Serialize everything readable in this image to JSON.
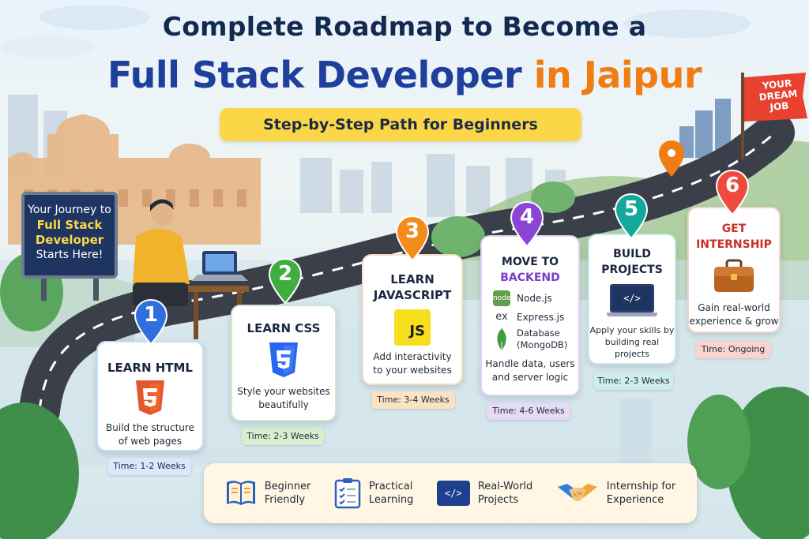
{
  "header": {
    "title_line1": "Complete Roadmap to Become a",
    "title_line2_main": "Full Stack Developer",
    "title_line2_accent": "in Jaipur",
    "subtitle": "Step-by-Step Path for Beginners"
  },
  "sign": {
    "line1": "Your Journey to",
    "highlight1": "Full Stack",
    "highlight2": "Developer",
    "line4": "Starts Here!"
  },
  "flag": {
    "line1": "YOUR",
    "line2": "DREAM",
    "line3": "JOB"
  },
  "steps": [
    {
      "number": "1",
      "title": "LEARN HTML",
      "icon": "html5-icon",
      "desc_line1": "Build the structure",
      "desc_line2": "of web pages",
      "time": "Time: 1-2 Weeks",
      "color": "#2f6fe0"
    },
    {
      "number": "2",
      "title": "LEARN CSS",
      "icon": "css3-icon",
      "desc_line1": "Style your websites",
      "desc_line2": "beautifully",
      "time": "Time: 2-3 Weeks",
      "color": "#3fae3f"
    },
    {
      "number": "3",
      "title_line1": "LEARN",
      "title_line2": "JAVASCRIPT",
      "icon": "js-icon",
      "icon_label": "JS",
      "desc_line1": "Add interactivity",
      "desc_line2": "to your websites",
      "time": "Time: 3-4 Weeks",
      "color": "#f28c1b"
    },
    {
      "number": "4",
      "title_line1": "MOVE TO",
      "title_line2": "BACKEND",
      "tech": [
        "Node.js",
        "Express.js",
        "Database",
        "(MongoDB)"
      ],
      "node_label": "node",
      "express_label": "ex",
      "desc_line1": "Handle data, users",
      "desc_line2": "and server logic",
      "time": "Time: 4-6 Weeks",
      "color": "#8a45d4"
    },
    {
      "number": "5",
      "title_line1": "BUILD",
      "title_line2": "PROJECTS",
      "icon": "code-laptop-icon",
      "icon_label": "</>",
      "desc_line1": "Apply your skills by",
      "desc_line2": "building real projects",
      "time": "Time: 2-3 Weeks",
      "color": "#14a89a"
    },
    {
      "number": "6",
      "title_line1": "GET",
      "title_line2": "INTERNSHIP",
      "icon": "briefcase-icon",
      "desc_line1": "Gain real-world",
      "desc_line2": "experience & grow",
      "time": "Time: Ongoing",
      "color": "#ee4b3c"
    }
  ],
  "features": [
    {
      "icon": "book-icon",
      "line1": "Beginner",
      "line2": "Friendly"
    },
    {
      "icon": "checklist-icon",
      "line1": "Practical",
      "line2": "Learning"
    },
    {
      "icon": "code-window-icon",
      "line1": "Real-World",
      "line2": "Projects",
      "icon_label": "</>"
    },
    {
      "icon": "handshake-icon",
      "line1": "Internship for",
      "line2": "Experience"
    }
  ],
  "colors": {
    "title_dark": "#132a4f",
    "title_blue": "#1e3f9c",
    "accent_orange": "#f07d12",
    "pill_yellow": "#fbd748",
    "road": "#3b3f4a"
  }
}
